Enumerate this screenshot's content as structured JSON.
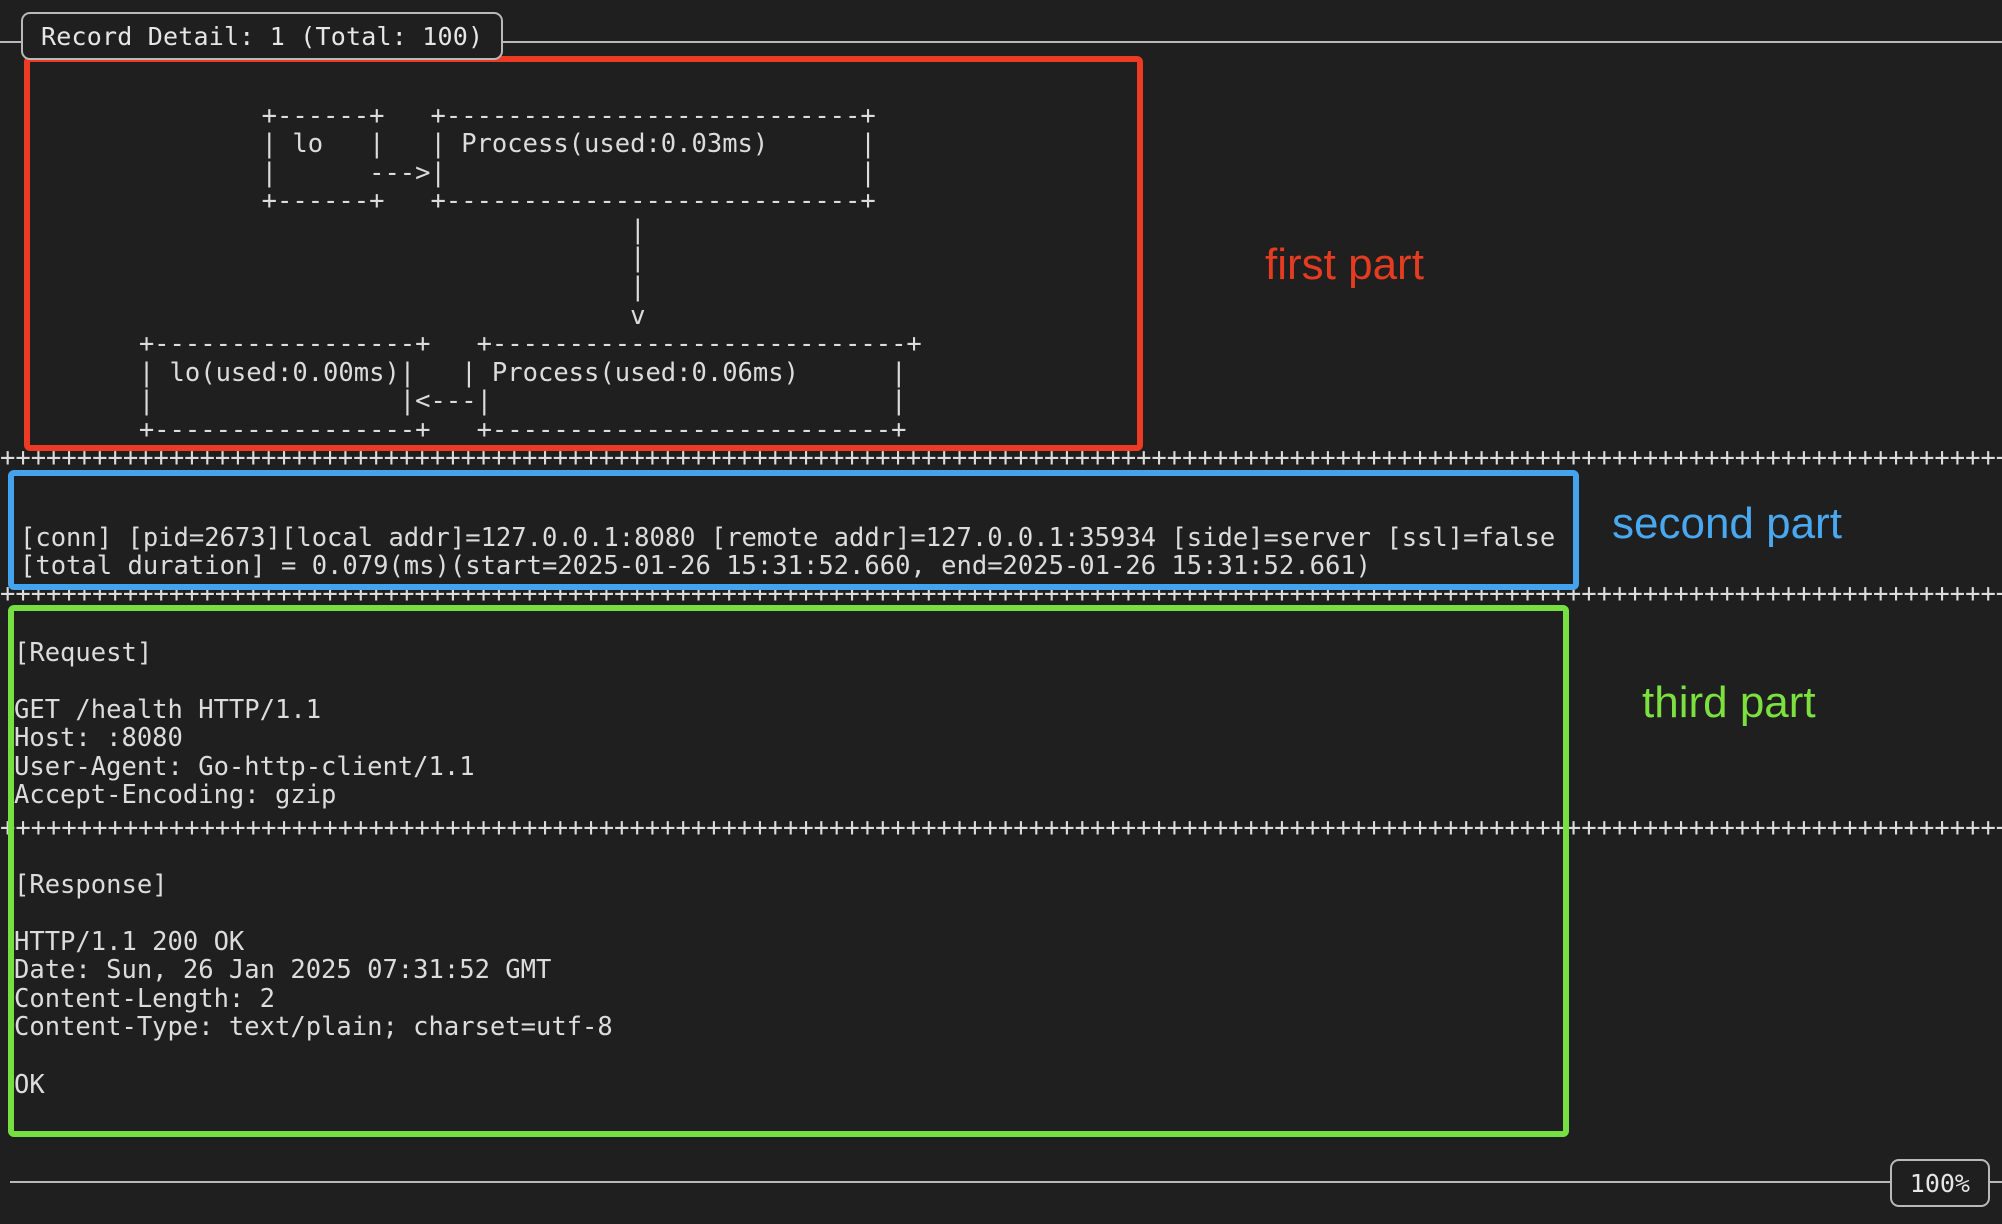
{
  "window": {
    "title": "Record Detail: 1 (Total: 100)",
    "background_color": "#1e1f1e",
    "text_color": "#dcdcdc",
    "zoom_level": "100%"
  },
  "annotations": [
    {
      "label": "first part",
      "color": "#e53c21"
    },
    {
      "label": "second part",
      "color": "#4aa8f0"
    },
    {
      "label": "third part",
      "color": "#7ce03e"
    }
  ],
  "separators": {
    "plus_line": "++++++++++++++++++++++++++++++++++++++++++++++++++++++++++++++++++++++++++++++++++++++++++++++++++++++++++++++++++++++++++++++++++++++++++++++++++++++++++++++++++++++++++++"
  },
  "first_part": {
    "name": "call-flow-ascii-diagram",
    "ascii": "                +------+   +---------------------------+\n                | lo   |   | Process(used:0.03ms)      |\n                |      --->|                           |\n                +------+   +---------------------------+\n                                        |\n                                        |\n                                        |\n                                        v\n        +-----------------+   +---------------------------+\n        | lo(used:0.00ms)|   | Process(used:0.06ms)      |\n        |                |<---|                          |\n        +-----------------+   +--------------------------+",
    "nodes": [
      {
        "label": "lo",
        "used_ms": null
      },
      {
        "label": "Process(used:0.03ms)",
        "used_ms": "0.03"
      },
      {
        "label": "lo(used:0.00ms)",
        "used_ms": "0.00"
      },
      {
        "label": "Process(used:0.06ms)",
        "used_ms": "0.06"
      }
    ]
  },
  "second_part": {
    "name": "connection-summary",
    "lines": [
      "[conn] [pid=2673][local addr]=127.0.0.1:8080 [remote addr]=127.0.0.1:35934 [side]=server [ssl]=false",
      "[total duration] = 0.079(ms)(start=2025-01-26 15:31:52.660, end=2025-01-26 15:31:52.661)"
    ],
    "fields": {
      "pid": "2673",
      "local_addr": "127.0.0.1:8080",
      "remote_addr": "127.0.0.1:35934",
      "side": "server",
      "ssl": "false",
      "total_duration_ms": "0.079",
      "start": "2025-01-26 15:31:52.660",
      "end": "2025-01-26 15:31:52.661"
    }
  },
  "third_part": {
    "name": "http-exchange",
    "request": {
      "heading": "[Request]",
      "body": "GET /health HTTP/1.1\nHost: :8080\nUser-Agent: Go-http-client/1.1\nAccept-Encoding: gzip"
    },
    "response": {
      "heading": "[Response]",
      "body": "HTTP/1.1 200 OK\nDate: Sun, 26 Jan 2025 07:31:52 GMT\nContent-Length: 2\nContent-Type: text/plain; charset=utf-8\n\nOK"
    }
  }
}
